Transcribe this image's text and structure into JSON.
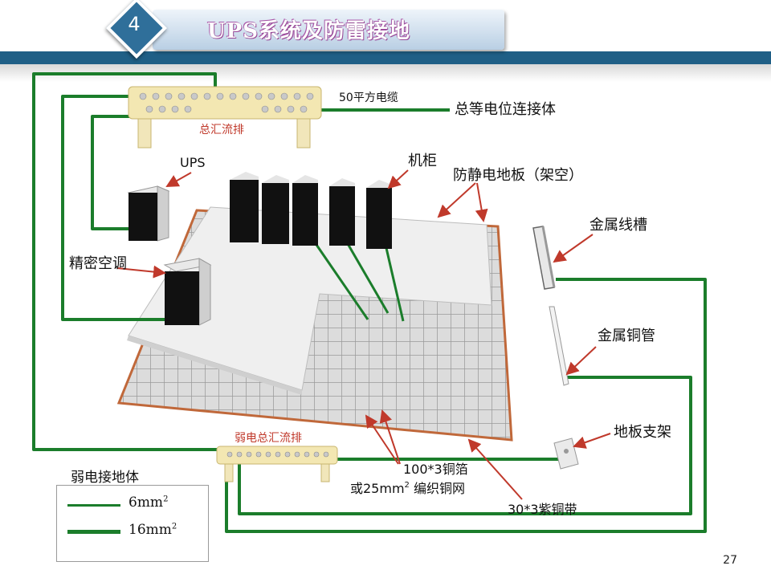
{
  "header": {
    "section_number": "4",
    "title": "UPS系统及防雷接地"
  },
  "diagram": {
    "labels": {
      "cable": "50平方电缆",
      "equipotential": "总等电位连接体",
      "main_busbar": "总汇流排",
      "ups": "UPS",
      "cabinet": "机柜",
      "floor": "防静电地板（架空）",
      "ac": "精密空调",
      "trunking": "金属线槽",
      "pipe": "金属铜管",
      "support": "地板支架",
      "weak_busbar": "弱电总汇流排",
      "foil_line1": "100*3铜箔",
      "foil_line2_pre": "或25mm",
      "foil_line2_sup": "2",
      "foil_line2_post": " 编织铜网",
      "strap": "30*3紫铜带"
    },
    "colors": {
      "wire": "#1b7d2b",
      "copper": "#c0683a",
      "cabinet": "#111111",
      "floor": "#efefef",
      "busbar": "#f3e7b2"
    }
  },
  "legend": {
    "title": "弱电接地体",
    "items": [
      {
        "label": "6mm",
        "sup": "2"
      },
      {
        "label": "16mm",
        "sup": "2"
      }
    ]
  },
  "page_number": "27"
}
